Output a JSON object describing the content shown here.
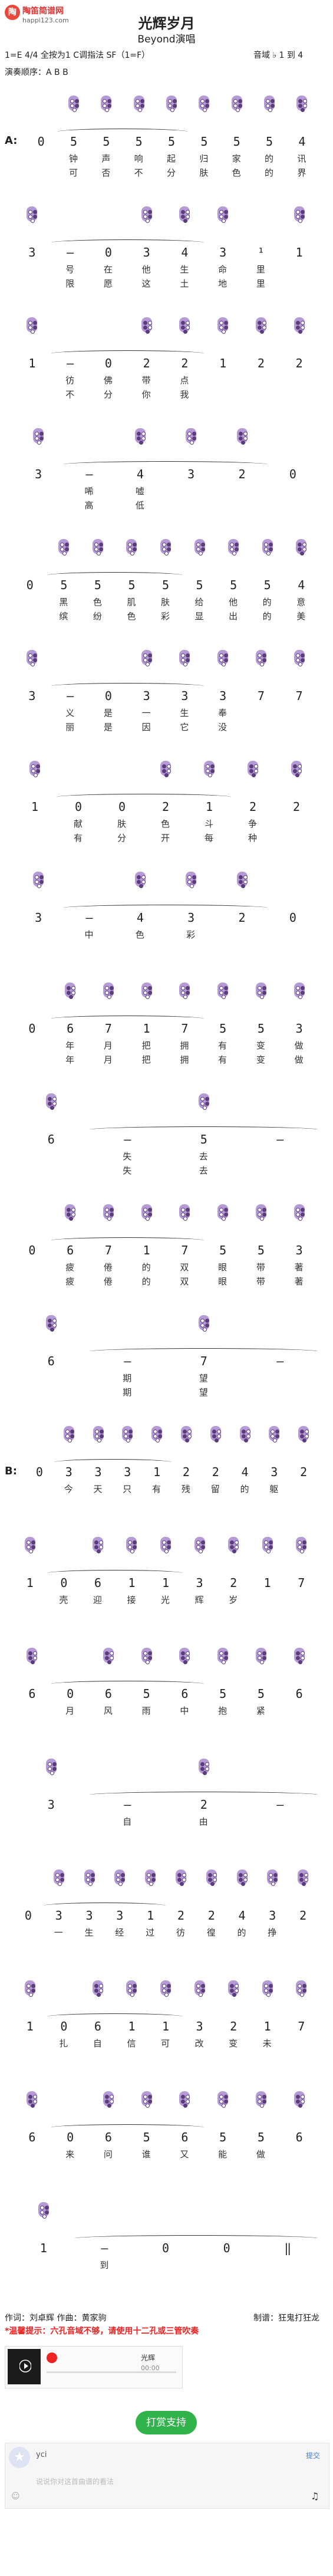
{
  "site": {
    "logo_glyph": "陶",
    "name": "陶笛简谱网",
    "url": "happi123.com"
  },
  "song": {
    "title": "光辉岁月",
    "artist": "Beyond演唱"
  },
  "meta": {
    "key": "1=E",
    "meter": "4/4",
    "full_press": "全按为1",
    "c_mode": "C调指法",
    "sf": "SF（1=F）",
    "range": "音域 ♭ 1 到 4",
    "order": "演奏顺序：A B B"
  },
  "colors": {
    "hole": "#b69ad6",
    "accent": "#2fb34a",
    "warning": "#e22"
  },
  "lines": [
    {
      "label": "A:",
      "nums": [
        "0",
        "5",
        "5",
        "5",
        "5",
        "5",
        "5",
        "5",
        "4"
      ],
      "lyrics": [
        "钟",
        "声",
        "响",
        "起",
        "归",
        "家",
        "的",
        "讯"
      ],
      "lyrics2": [
        "可",
        "否",
        "不",
        "分",
        "肤",
        "色",
        "的",
        "界"
      ]
    },
    {
      "label": "",
      "nums": [
        "3",
        "–",
        "0",
        "3",
        "4",
        "3",
        "¹",
        "1"
      ],
      "lyrics": [
        "号",
        "在",
        "他",
        "生",
        "命",
        "里"
      ],
      "lyrics2": [
        "限",
        "愿",
        "这",
        "土",
        "地",
        "里"
      ]
    },
    {
      "label": "",
      "nums": [
        "1",
        "–",
        "0",
        "2",
        "2",
        "1",
        "2",
        "2"
      ],
      "lyrics": [
        "彷",
        "佛",
        "带",
        "点"
      ],
      "lyrics2": [
        "不",
        "分",
        "你",
        "我"
      ]
    },
    {
      "label": "",
      "nums": [
        "3",
        "–",
        "4",
        "3",
        "2",
        "0"
      ],
      "lyrics": [
        "唏",
        "嘘"
      ],
      "lyrics2": [
        "高",
        "低"
      ]
    },
    {
      "label": "",
      "nums": [
        "0",
        "5",
        "5",
        "5",
        "5",
        "5",
        "5",
        "5",
        "4"
      ],
      "lyrics": [
        "黑",
        "色",
        "肌",
        "肤",
        "给",
        "他",
        "的",
        "意"
      ],
      "lyrics2": [
        "缤",
        "纷",
        "色",
        "彩",
        "显",
        "出",
        "的",
        "美"
      ]
    },
    {
      "label": "",
      "nums": [
        "3",
        "–",
        "0",
        "3",
        "3",
        "3",
        "7",
        "7"
      ],
      "lyrics": [
        "义",
        "是",
        "一",
        "生",
        "奉"
      ],
      "lyrics2": [
        "丽",
        "是",
        "因",
        "它",
        "没"
      ]
    },
    {
      "label": "",
      "nums": [
        "1",
        "0",
        "0",
        "2",
        "1",
        "2",
        "2"
      ],
      "lyrics": [
        "献",
        "肤",
        "色",
        "斗",
        "争"
      ],
      "lyrics2": [
        "有",
        "分",
        "开",
        "每",
        "种"
      ]
    },
    {
      "label": "",
      "nums": [
        "3",
        "–",
        "4",
        "3",
        "2",
        "0"
      ],
      "lyrics": [
        "中",
        "色",
        "彩"
      ],
      "lyrics2": []
    },
    {
      "label": "",
      "nums": [
        "0",
        "6",
        "7",
        "1",
        "7",
        "5",
        "5",
        "3"
      ],
      "lyrics": [
        "年",
        "月",
        "把",
        "拥",
        "有",
        "变",
        "做"
      ],
      "lyrics2": [
        "年",
        "月",
        "把",
        "拥",
        "有",
        "变",
        "做"
      ]
    },
    {
      "label": "",
      "nums": [
        "6",
        "–",
        "5",
        "–"
      ],
      "lyrics": [
        "失",
        "去"
      ],
      "lyrics2": [
        "失",
        "去"
      ]
    },
    {
      "label": "",
      "nums": [
        "0",
        "6",
        "7",
        "1",
        "7",
        "5",
        "5",
        "3"
      ],
      "lyrics": [
        "疲",
        "倦",
        "的",
        "双",
        "眼",
        "带",
        "著"
      ],
      "lyrics2": [
        "疲",
        "倦",
        "的",
        "双",
        "眼",
        "带",
        "著"
      ]
    },
    {
      "label": "",
      "nums": [
        "6",
        "–",
        "7",
        "–"
      ],
      "lyrics": [
        "期",
        "望"
      ],
      "lyrics2": [
        "期",
        "望"
      ]
    },
    {
      "label": "B:",
      "nums": [
        "0",
        "3",
        "3",
        "3",
        "1",
        "2",
        "2",
        "4",
        "3",
        "2"
      ],
      "lyrics": [
        "今",
        "天",
        "只",
        "有",
        "残",
        "留",
        "的",
        "躯"
      ],
      "lyrics2": []
    },
    {
      "label": "",
      "nums": [
        "1",
        "0",
        "6",
        "1",
        "1",
        "3",
        "2",
        "1",
        "7"
      ],
      "lyrics": [
        "壳",
        "迎",
        "接",
        "光",
        "辉",
        "岁"
      ],
      "lyrics2": []
    },
    {
      "label": "",
      "nums": [
        "6",
        "0",
        "6",
        "5",
        "6",
        "5",
        "5",
        "6"
      ],
      "lyrics": [
        "月",
        "风",
        "雨",
        "中",
        "抱",
        "紧"
      ],
      "lyrics2": []
    },
    {
      "label": "",
      "nums": [
        "3",
        "–",
        "2",
        "–"
      ],
      "lyrics": [
        "自",
        "由"
      ],
      "lyrics2": []
    },
    {
      "label": "",
      "nums": [
        "0",
        "3",
        "3",
        "3",
        "1",
        "2",
        "2",
        "4",
        "3",
        "2"
      ],
      "lyrics": [
        "一",
        "生",
        "经",
        "过",
        "彷",
        "徨",
        "的",
        "挣"
      ],
      "lyrics2": []
    },
    {
      "label": "",
      "nums": [
        "1",
        "0",
        "6",
        "1",
        "1",
        "3",
        "2",
        "1",
        "7"
      ],
      "lyrics": [
        "扎",
        "自",
        "信",
        "可",
        "改",
        "变",
        "未"
      ],
      "lyrics2": []
    },
    {
      "label": "",
      "nums": [
        "6",
        "0",
        "6",
        "5",
        "6",
        "5",
        "5",
        "6"
      ],
      "lyrics": [
        "来",
        "问",
        "谁",
        "又",
        "能",
        "做"
      ],
      "lyrics2": []
    },
    {
      "label": "",
      "nums": [
        "1",
        "–",
        "0",
        "0",
        "‖"
      ],
      "lyrics": [
        "到"
      ],
      "lyrics2": []
    }
  ],
  "footer": {
    "credit": "作词：刘卓辉  作曲：黄家驹",
    "arranger": "制谱：狂鬼打狂龙",
    "tip": "*温馨提示：六孔音域不够，请使用十二孔或三管吹奏",
    "player_song": "光辉",
    "player_time": "00:00",
    "button": "打赏支持",
    "user": "yci",
    "comment_right": "提交",
    "comment_placeholder": "说说你对这首曲谱的看法",
    "note_icon": "♫"
  }
}
